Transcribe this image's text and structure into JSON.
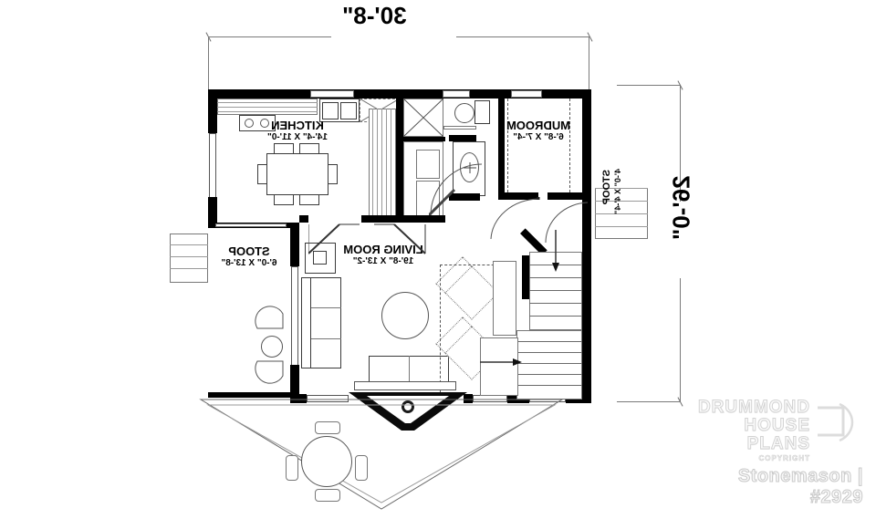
{
  "plan": {
    "title": "Stonemason | #2929",
    "mirrored": true,
    "dimensions": {
      "width_label": "30'-8\"",
      "height_label": "26'-0\""
    },
    "rooms": [
      {
        "id": "kitchen",
        "name": "KITCHEN",
        "size": "14'-4\" X 11'-0\""
      },
      {
        "id": "mudroom",
        "name": "MUDROOM",
        "size": "6'-8\" X 7'-4\""
      },
      {
        "id": "living",
        "name": "LIVING ROOM",
        "size": "19'-8\" X 13'-2\""
      },
      {
        "id": "stoop_l",
        "name": "STOOP",
        "size": "6'-0\" X 13'-8\""
      },
      {
        "id": "stoop_r",
        "name": "STOOP",
        "size": "4'-0\" X 4'-4\""
      }
    ]
  },
  "branding": {
    "line1": "DRUMMOND",
    "line2": "HOUSE PLANS",
    "copyright": "COPYRIGHT",
    "plan_title": "Stonemason | #2929"
  },
  "colors": {
    "wall": "#000000",
    "line": "#3a3a3a",
    "dimension": "#7a7a7a",
    "logo": "#f7f7f7",
    "background": "#ffffff"
  }
}
